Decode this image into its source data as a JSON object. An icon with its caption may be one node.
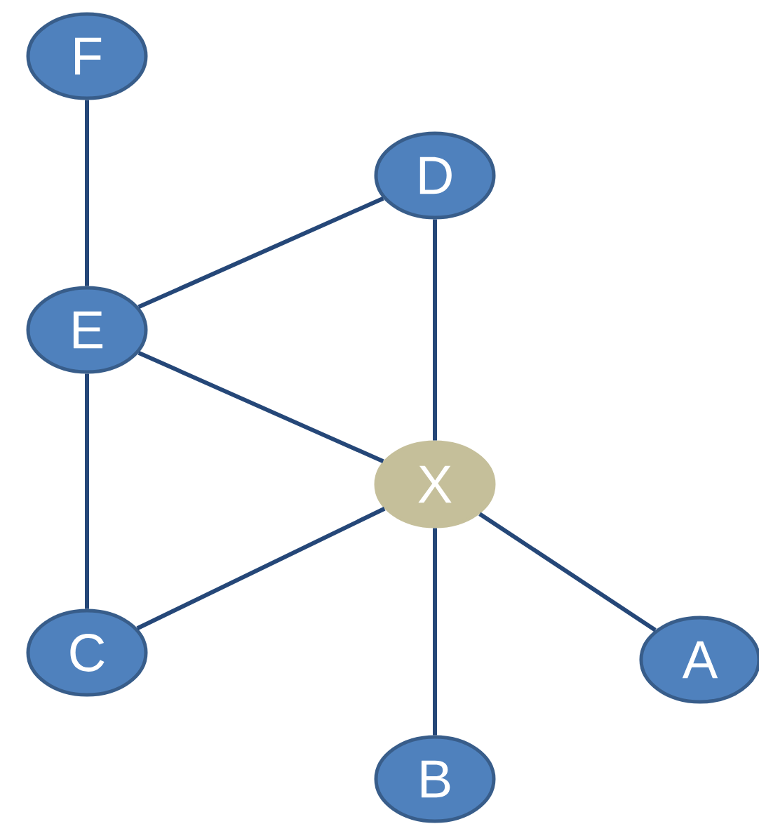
{
  "diagram": {
    "nodes": [
      {
        "text": [
          "F"
        ]
      },
      {
        "text": [
          "D"
        ]
      },
      {
        "text": [
          "E"
        ]
      },
      {
        "text": [
          "X"
        ]
      },
      {
        "text": [
          "C"
        ]
      },
      {
        "text": [
          "A"
        ]
      },
      {
        "text": [
          "B"
        ]
      }
    ],
    "edges": [
      {
        "from": 0,
        "to": 2,
        "arrow": "none"
      },
      {
        "from": 2,
        "to": 1,
        "arrow": "none"
      },
      {
        "from": 1,
        "to": 3,
        "arrow": "none"
      },
      {
        "from": 2,
        "to": 3,
        "arrow": "none"
      },
      {
        "from": 2,
        "to": 4,
        "arrow": "none"
      },
      {
        "from": 4,
        "to": 3,
        "arrow": "none"
      },
      {
        "from": 3,
        "to": 5,
        "arrow": "none"
      },
      {
        "from": 3,
        "to": 6,
        "arrow": "none"
      }
    ]
  }
}
